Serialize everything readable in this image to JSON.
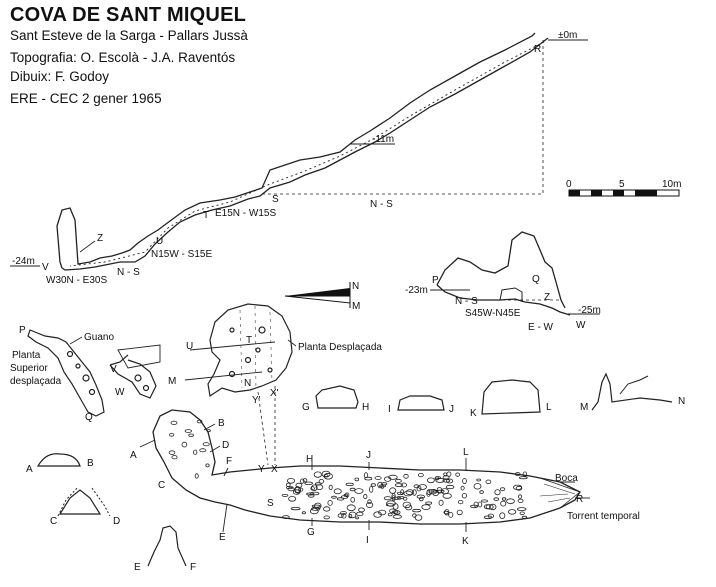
{
  "header": {
    "title": "COVA DE SANT MIQUEL",
    "location": "Sant Esteve de la Sarga - Pallars Jussà",
    "survey": "Topografia: O. Escolà - J.A. Raventós",
    "drawing": "Dibuix:  F. Godoy",
    "club_date": "ERE - CEC  2 gener 1965"
  },
  "scale_bar": {
    "ticks": [
      "0",
      "5",
      "10m"
    ]
  },
  "north_arrow": {
    "north": "N",
    "magnetic": "M"
  },
  "profile_main": {
    "depths": [
      "±0m",
      "-11m",
      "-24m"
    ],
    "points": [
      "R",
      "S",
      "T",
      "U",
      "Z",
      "V"
    ],
    "bearings": [
      "N - S",
      "E15N - W15S",
      "N15W - S15E",
      "N - S",
      "W30N - E30S"
    ]
  },
  "profile_secondary": {
    "depths": [
      "-23m",
      "-25m"
    ],
    "points": [
      "P",
      "Q",
      "Z",
      "W"
    ],
    "bearings": [
      "N - S",
      "S45W-N45E",
      "E - W"
    ]
  },
  "plan": {
    "displaced_plan": "Planta Desplaçada",
    "upper_displaced": [
      "Planta",
      "Superior",
      "desplaçada"
    ],
    "guano": "Guano",
    "entrance": "Boca",
    "stream": "Torrent temporal",
    "points": [
      "P",
      "V",
      "W",
      "Q",
      "U",
      "T",
      "M",
      "N",
      "Y'",
      "X'",
      "A",
      "B",
      "D",
      "C",
      "F",
      "Y",
      "X",
      "H",
      "J",
      "L",
      "G",
      "I",
      "K",
      "S",
      "E",
      "R"
    ]
  },
  "sections": [
    "A",
    "B",
    "C",
    "D",
    "E",
    "F",
    "G",
    "H",
    "I",
    "J",
    "K",
    "L",
    "M",
    "N"
  ]
}
